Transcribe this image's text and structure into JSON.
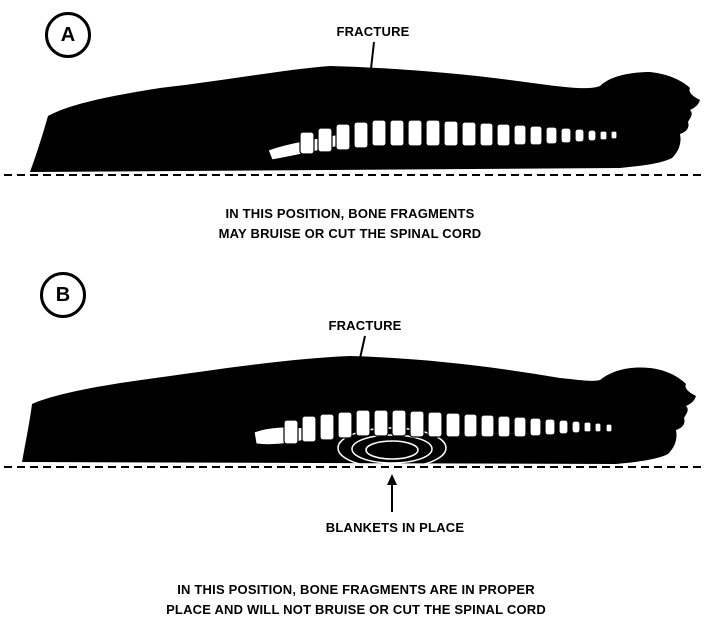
{
  "panel_a": {
    "label": "A",
    "fracture_label": "FRACTURE",
    "caption_line1": "IN THIS POSITION, BONE FRAGMENTS",
    "caption_line2": "MAY BRUISE OR CUT THE SPINAL CORD"
  },
  "panel_b": {
    "label": "B",
    "fracture_label": "FRACTURE",
    "support_label": "BLANKETS IN PLACE",
    "caption_line1": "IN THIS POSITION, BONE FRAGMENTS ARE IN PROPER",
    "caption_line2": "PLACE AND WILL NOT BRUISE OR CUT THE SPINAL CORD"
  },
  "colors": {
    "ink": "#000000",
    "background": "#ffffff"
  }
}
